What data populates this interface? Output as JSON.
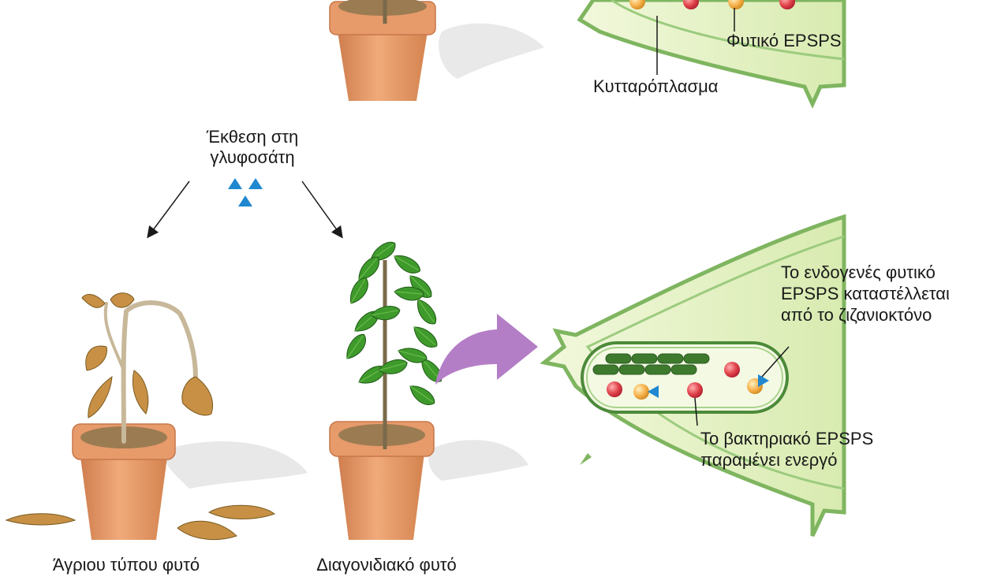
{
  "labels": {
    "cytoplasm": "Κυτταρόπλασμα",
    "plant_epsps_top": "Φυτικό EPSPS",
    "exposure_line1": "Έκθεση στη",
    "exposure_line2": "γλυφοσάτη",
    "endogenous_line1": "Το ενδογενές φυτικό",
    "endogenous_line2": "EPSPS καταστέλλεται",
    "endogenous_line3": "από το ζιζανιοκτόνο",
    "bacterial_line1": "Το βακτηριακό EPSPS",
    "bacterial_line2": "παραμένει ενεργό",
    "wild_type": "Άγριου τύπου φυτό",
    "transgenic": "Διαγονιδιακό φυτό"
  },
  "colors": {
    "pot": "#e79a6a",
    "pot_rim": "#d9895a",
    "soil": "#9b7b52",
    "wilted_leaf": "#c79045",
    "healthy_leaf": "#3f9a2c",
    "cell_fill": "#e3f0c1",
    "cell_wall": "#7fb560",
    "chloroplast_green": "#3e7a2e",
    "protein_red": "#e0424a",
    "protein_yellow": "#f6b04a",
    "glyphosate_blue": "#1f88d0",
    "arrow_purple": "#b47ec7"
  }
}
